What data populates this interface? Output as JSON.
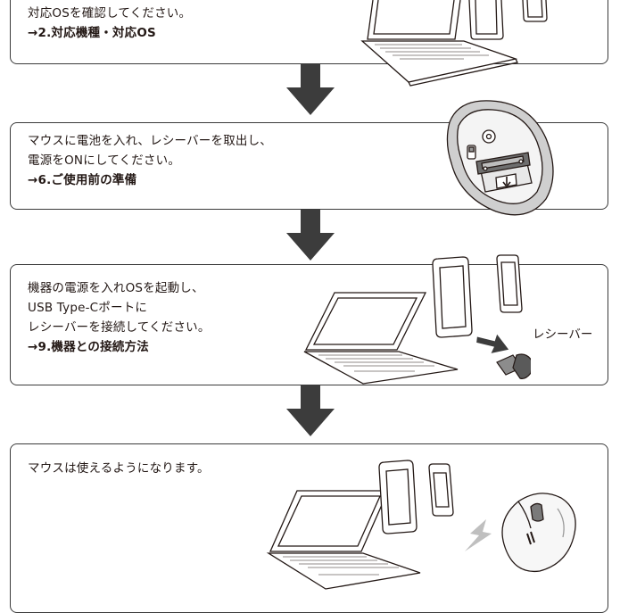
{
  "steps": [
    {
      "lines": [
        "対応OSを確認してください。"
      ],
      "link": "→2.対応機種・対応OS"
    },
    {
      "lines": [
        "マウスに電池を入れ、レシーバーを取出し、",
        "電源をONにしてください。"
      ],
      "link": "→6.ご使用前の準備"
    },
    {
      "lines": [
        "機器の電源を入れOSを起動し、",
        "USB Type-Cポートに",
        "レシーバーを接続してください。"
      ],
      "link": "→9.機器との接続方法"
    },
    {
      "lines": [
        "マウスは使えるようになります。"
      ],
      "link": ""
    }
  ],
  "receiver_label": "レシーバー"
}
